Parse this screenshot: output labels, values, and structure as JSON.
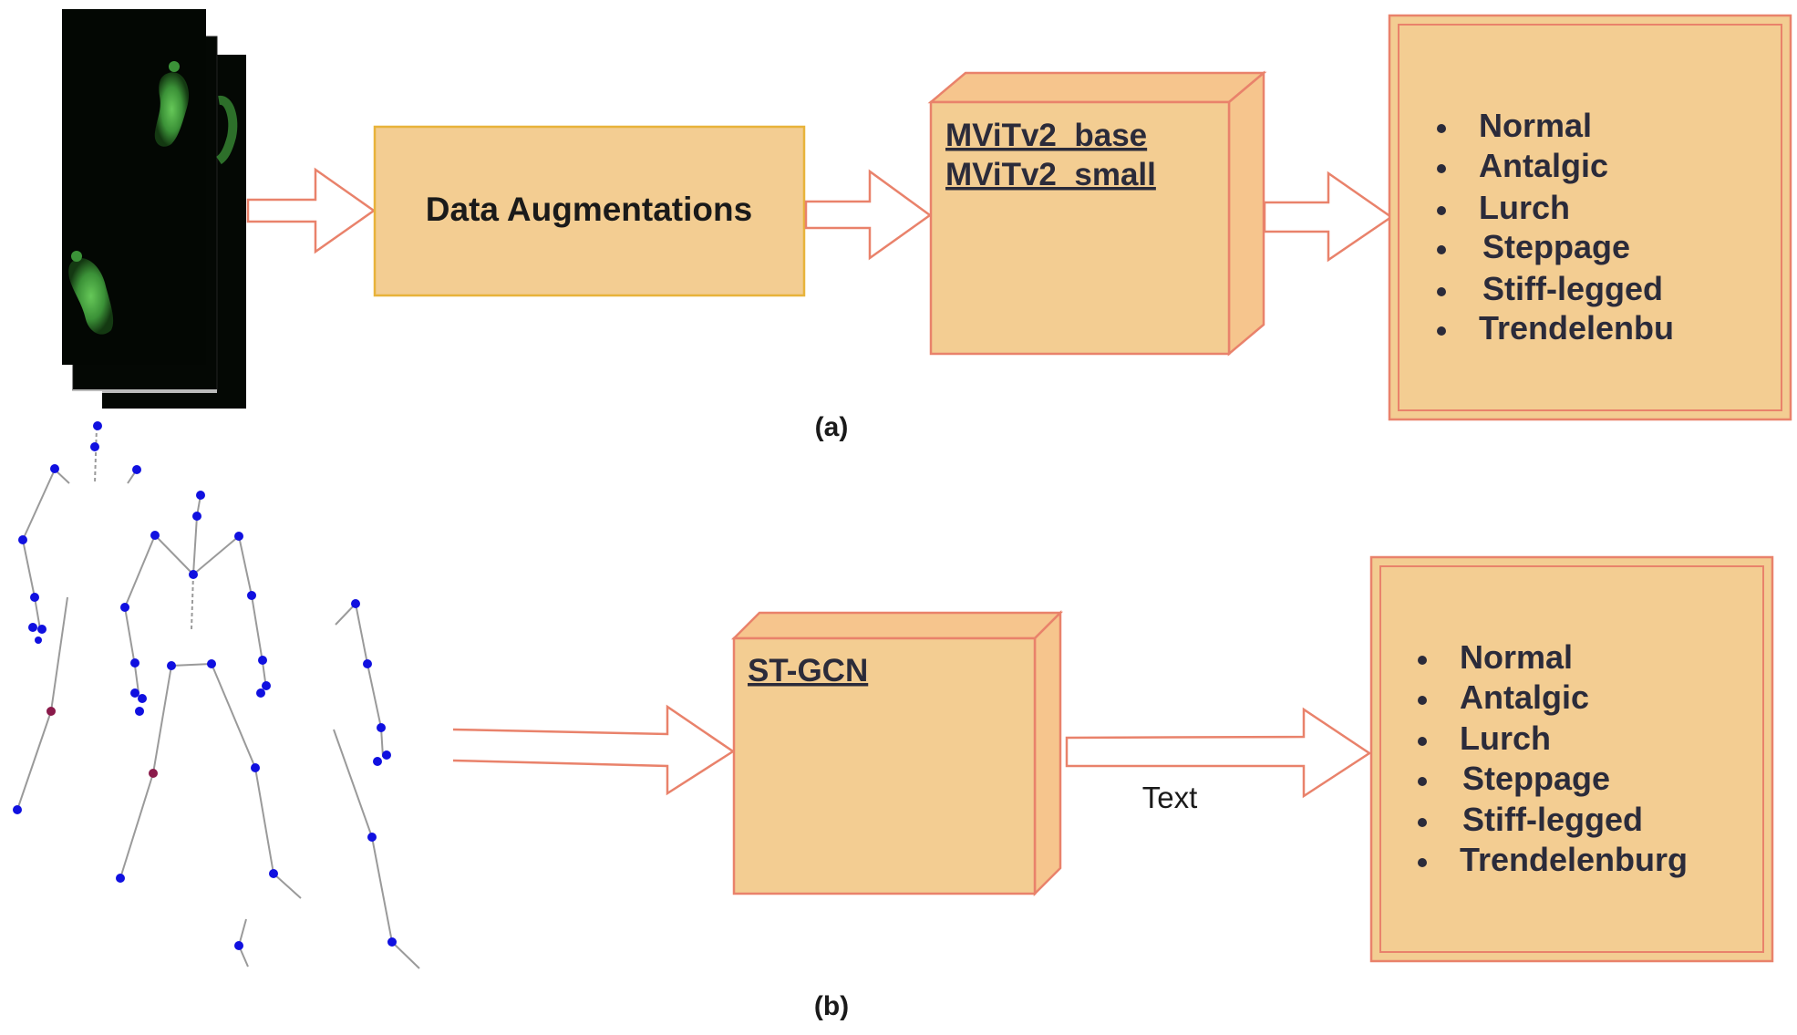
{
  "panel_a": {
    "caption": "(a)",
    "augment_label": "Data Augmentations",
    "models": [
      "MViTv2_base",
      "MViTv2_small"
    ],
    "classes": [
      "Normal",
      "Antalgic",
      "Lurch",
      "Steppage",
      "Stiff-legged",
      "Trendelenbu"
    ]
  },
  "panel_b": {
    "caption": "(b)",
    "model": "ST-GCN",
    "arrow_label": "Text",
    "classes": [
      "Normal",
      "Antalgic",
      "Lurch",
      "Steppage",
      "Stiff-legged",
      "Trendelenburg"
    ]
  },
  "colors": {
    "box_fill": "#f3cd92",
    "box_side": "#f6c58d",
    "box_stroke": "#e9826b",
    "augment_stroke": "#e8b33a",
    "arrow_stroke": "#e9826b",
    "frame_bg": "#040804",
    "footprint": "#3f9a3b",
    "joint": "#1010e0",
    "joint_alt": "#8a1a4a",
    "bone": "#9a9a9a",
    "text": "#2b2b3a"
  },
  "icons": [
    "footprint-frame-stack",
    "skeleton-pose-graph"
  ]
}
